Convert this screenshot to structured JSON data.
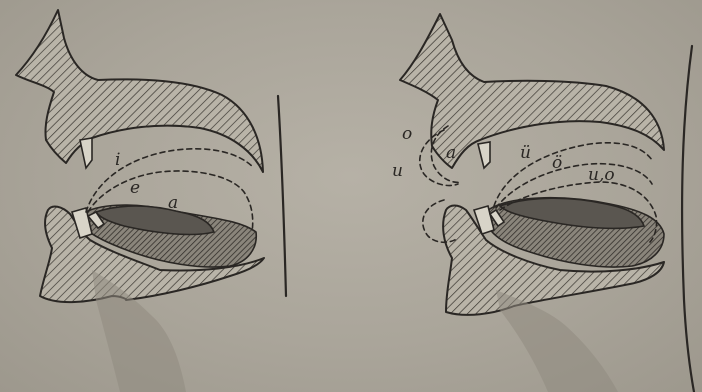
{
  "left_diagram": {
    "vowel_labels": [
      "i",
      "e",
      "a"
    ]
  },
  "right_diagram": {
    "lip_labels": [
      "o",
      "u"
    ],
    "front_label": "a",
    "vowel_labels": [
      "ü",
      "ö",
      "u,o"
    ]
  },
  "colors": {
    "background": "#aaa59a",
    "ink": "#2a2724",
    "tongue_fill": "#5a5650"
  }
}
